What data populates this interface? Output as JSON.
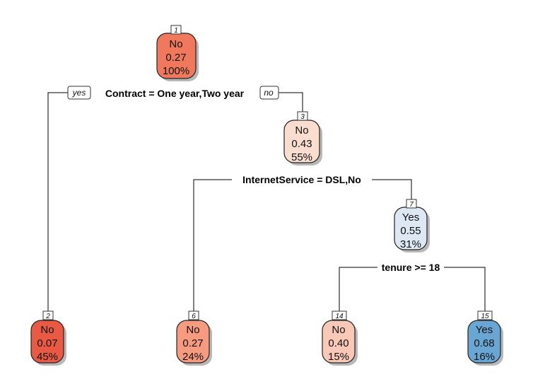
{
  "nodes": {
    "n1": {
      "id": "1",
      "label": "No",
      "prob": "0.27",
      "pct": "100%",
      "color": "#f0785c"
    },
    "n2": {
      "id": "2",
      "label": "No",
      "prob": "0.07",
      "pct": "45%",
      "color": "#e85a44"
    },
    "n3": {
      "id": "3",
      "label": "No",
      "prob": "0.43",
      "pct": "55%",
      "color": "#fbddd0"
    },
    "n6": {
      "id": "6",
      "label": "No",
      "prob": "0.27",
      "pct": "24%",
      "color": "#f69a80"
    },
    "n7": {
      "id": "7",
      "label": "Yes",
      "prob": "0.55",
      "pct": "31%",
      "color": "#dde8f3"
    },
    "n14": {
      "id": "14",
      "label": "No",
      "prob": "0.40",
      "pct": "15%",
      "color": "#f9c8b7"
    },
    "n15": {
      "id": "15",
      "label": "Yes",
      "prob": "0.68",
      "pct": "16%",
      "color": "#6aa6d4"
    }
  },
  "splits": {
    "s1": "Contract = One year,Two year",
    "s3": "InternetService = DSL,No",
    "s7": "tenure >= 18"
  },
  "branch_labels": {
    "yes": "yes",
    "no": "no"
  }
}
